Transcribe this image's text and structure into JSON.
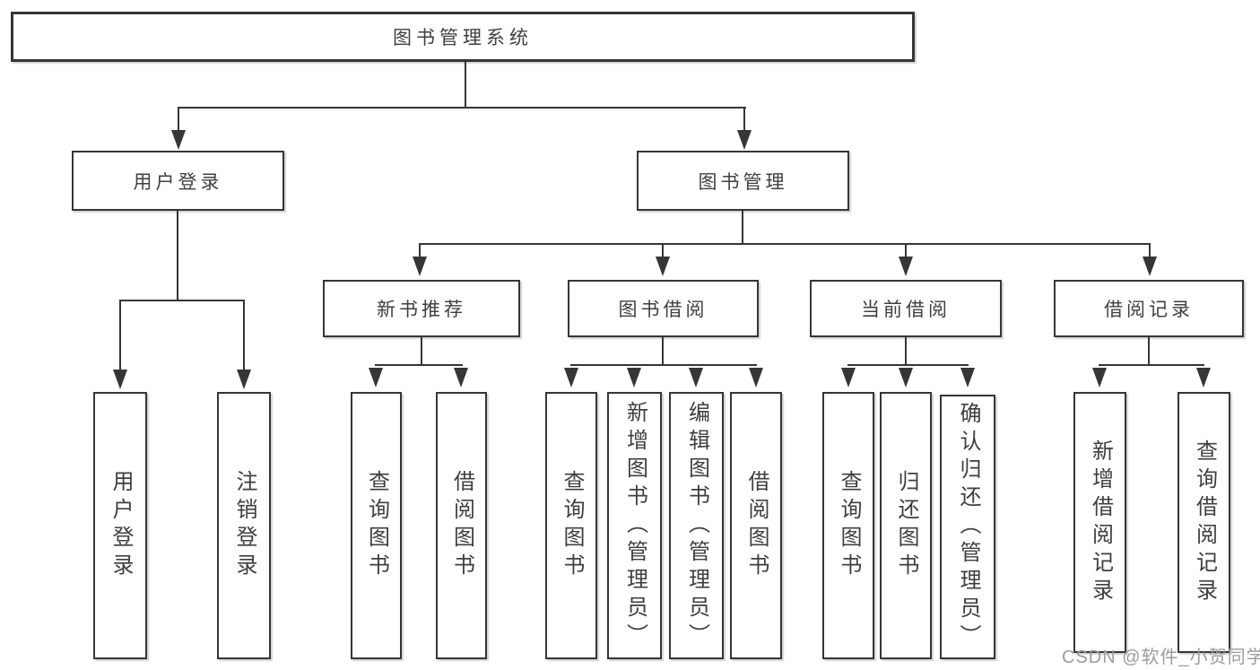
{
  "title": "图书管理系统",
  "level2": {
    "user_login": "用户登录",
    "book_management": "图书管理"
  },
  "level3": {
    "new_book_recommend": "新书推荐",
    "book_borrow": "图书借阅",
    "current_borrow": "当前借阅",
    "borrow_records": "借阅记录"
  },
  "leaves": {
    "user_login": [
      "用户登录",
      "注销登录"
    ],
    "new_book_recommend": [
      "查询图书",
      "借阅图书"
    ],
    "book_borrow": [
      "查询图书",
      "新增图书（管理员）",
      "编辑图书（管理员）",
      "借阅图书"
    ],
    "current_borrow": [
      "查询图书",
      "归还图书",
      "确认归还（管理员）"
    ],
    "borrow_records": [
      "新增借阅记录",
      "查询借阅记录"
    ]
  },
  "watermark": "CSDN @软件_小贺同学",
  "colors": {
    "line": "#363636",
    "text": "#3f3f3f",
    "box_background": "#ffffff",
    "watermark": "#9c9c9c",
    "page_background": "#ffffff"
  }
}
